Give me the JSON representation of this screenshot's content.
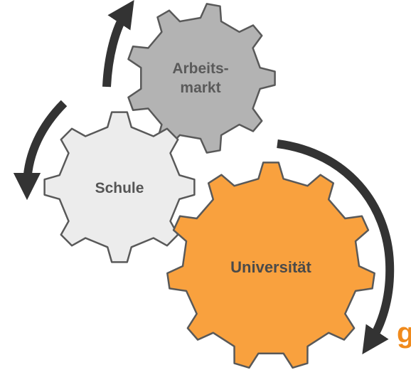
{
  "gears": {
    "arbeitsmarkt": {
      "line1": "Arbeits-",
      "line2": "markt",
      "fill": "#b3b3b3",
      "text_color": "#5a5a5a"
    },
    "schule": {
      "label": "Schule",
      "fill": "#ececec",
      "text_color": "#555555"
    },
    "universitaet": {
      "label": "Universität",
      "fill": "#f9a13e",
      "text_color": "#4a4a4a"
    }
  },
  "stroke_color": "#595959",
  "arrow_color": "#333333",
  "cut_off_text": {
    "text": "g",
    "color": "#f08a1c"
  }
}
